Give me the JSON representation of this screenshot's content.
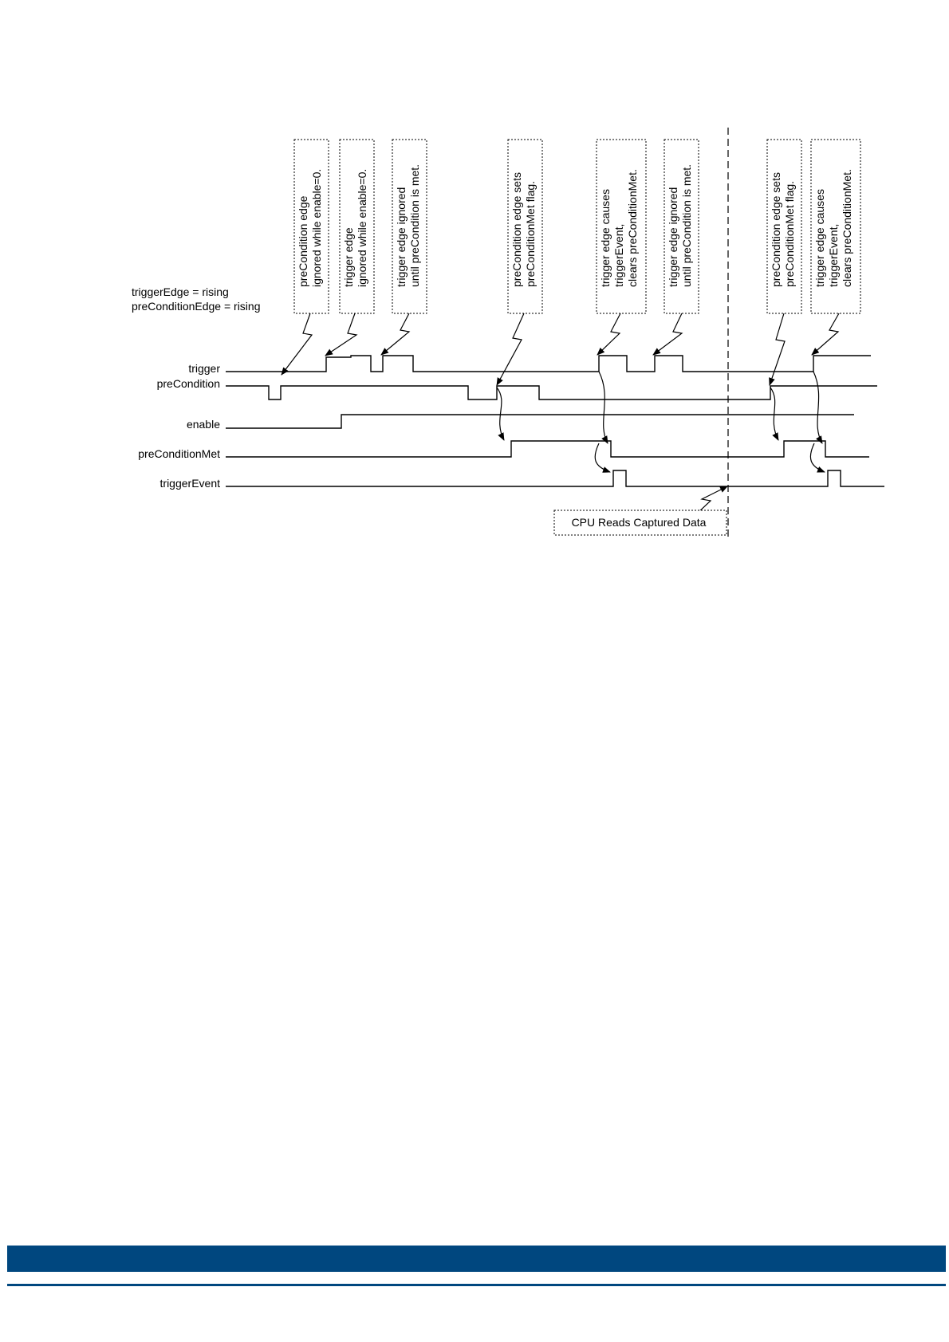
{
  "diagram": {
    "settings": [
      "triggerEdge = rising",
      "preConditionEdge = rising"
    ],
    "signals": {
      "trigger": "trigger",
      "preCondition": "preCondition",
      "enable": "enable",
      "preConditionMet": "preConditionMet",
      "triggerEvent": "triggerEvent"
    },
    "annotations": [
      [
        "preCondition edge",
        "ignored while enable=0."
      ],
      [
        "trigger edge",
        "ignored while enable=0."
      ],
      [
        "trigger edge ignored",
        "until preCondition is met."
      ],
      [
        "preCondition edge sets",
        "preConditionMet flag."
      ],
      [
        "trigger edge causes",
        "triggerEvent,",
        "clears preConditionMet."
      ],
      [
        "trigger edge ignored",
        "until preCondition is met."
      ],
      [
        "preCondition edge sets",
        "preConditionMet flag."
      ],
      [
        "trigger edge causes",
        "triggerEvent,",
        "clears preConditionMet."
      ]
    ],
    "cpu_note": "CPU Reads Captured Data"
  },
  "colors": {
    "footer": "#00477f",
    "ink": "#000000"
  }
}
